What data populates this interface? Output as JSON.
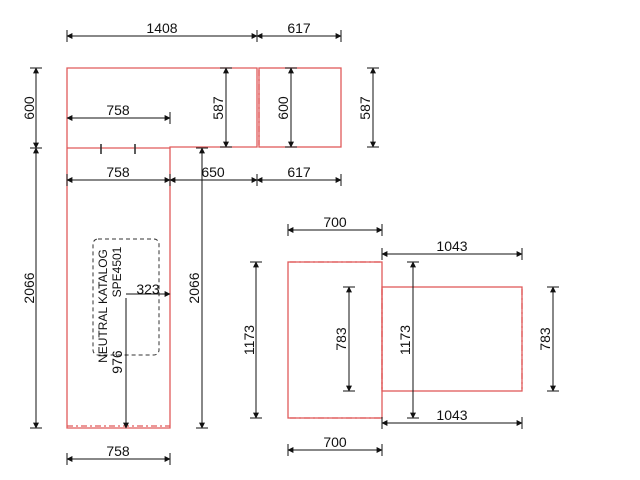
{
  "colors": {
    "panel_outline": "#e05a5a",
    "dimension_line": "#111111",
    "sink_outline": "#333333",
    "background": "#ffffff"
  },
  "left_drawing": {
    "dim_top_width_total": "1408",
    "dim_top_width_right": "617",
    "dim_top_left_depth": "600",
    "dim_inner_width": "758",
    "dim_inner_depth": "587",
    "dim_right_inner_depth": "600",
    "dim_right_outer_depth": "587",
    "dim_middle_width_left": "758",
    "dim_middle_width_center": "650",
    "dim_middle_width_right": "617",
    "dim_long_left": "2066",
    "dim_long_right": "2066",
    "dim_bottom_width": "758",
    "sink_label_line1": "NEUTRAL KATALOG",
    "sink_label_line2": "SPE4501",
    "sink_offset_x": "323",
    "sink_offset_y": "976"
  },
  "right_drawing": {
    "dim_top_width": "700",
    "dim_top_right_width": "1043",
    "dim_outer_left_height": "1173",
    "dim_inner_left_height": "783",
    "dim_middle_height": "1173",
    "dim_right_height": "783",
    "dim_bottom_right_width": "1043",
    "dim_bottom_width": "700"
  }
}
